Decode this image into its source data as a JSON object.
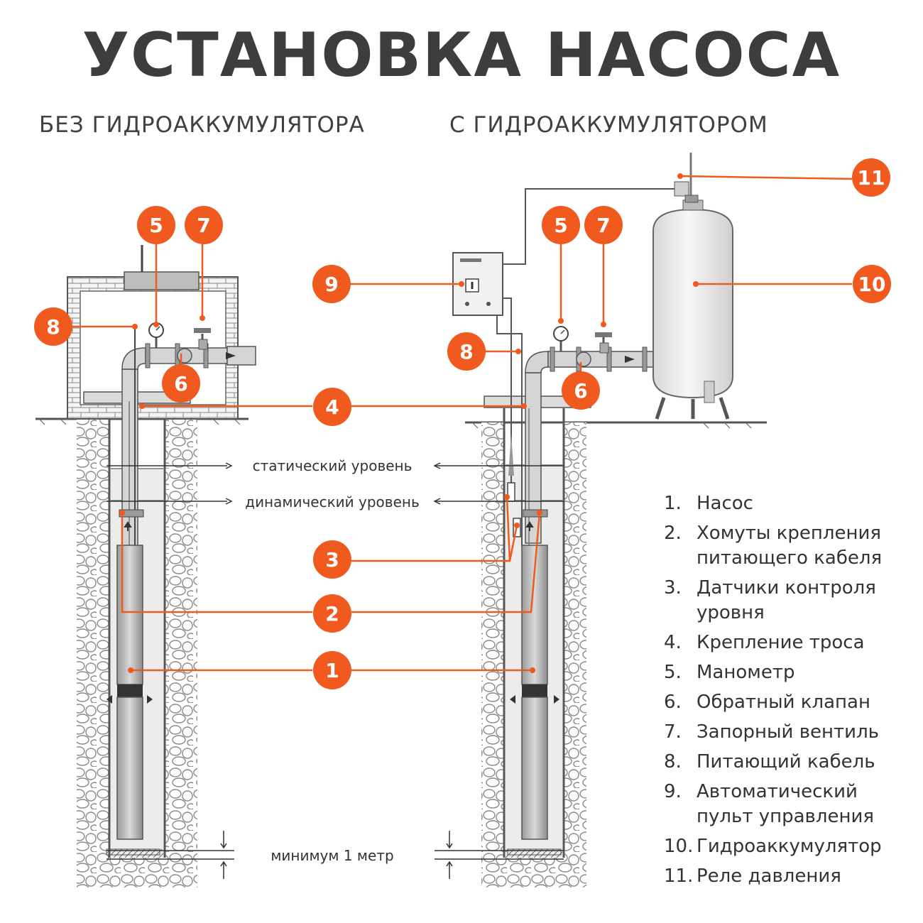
{
  "title": "УСТАНОВКА НАСОСА",
  "subtitles": {
    "left": "БЕЗ ГИДРОАККУМУЛЯТОРА",
    "right": "С ГИДРОАККУМУЛЯТОРОМ"
  },
  "levels": {
    "static": "статический уровень",
    "dynamic": "динамический уровень",
    "minimum": "минимум 1 метр"
  },
  "badges": [
    "1",
    "2",
    "3",
    "4",
    "5",
    "6",
    "7",
    "8",
    "9",
    "10",
    "11"
  ],
  "legend": [
    {
      "num": "1.",
      "text": "Насос"
    },
    {
      "num": "2.",
      "text": "Хомуты крепления питающего кабеля"
    },
    {
      "num": "3.",
      "text": "Датчики контроля уровня"
    },
    {
      "num": "4.",
      "text": "Крепление троса"
    },
    {
      "num": "5.",
      "text": "Манометр"
    },
    {
      "num": "6.",
      "text": "Обратный клапан"
    },
    {
      "num": "7.",
      "text": "Запорный вентиль"
    },
    {
      "num": "8.",
      "text": "Питающий кабель"
    },
    {
      "num": "9.",
      "text": "Автоматический пульт управления"
    },
    {
      "num": "10.",
      "text": "Гидроаккумулятор"
    },
    {
      "num": "11.",
      "text": "Реле давления"
    }
  ],
  "colors": {
    "accent": "#f05a1e",
    "line": "#555555",
    "water": "#e9e9e9",
    "title": "#3d3d3d"
  }
}
